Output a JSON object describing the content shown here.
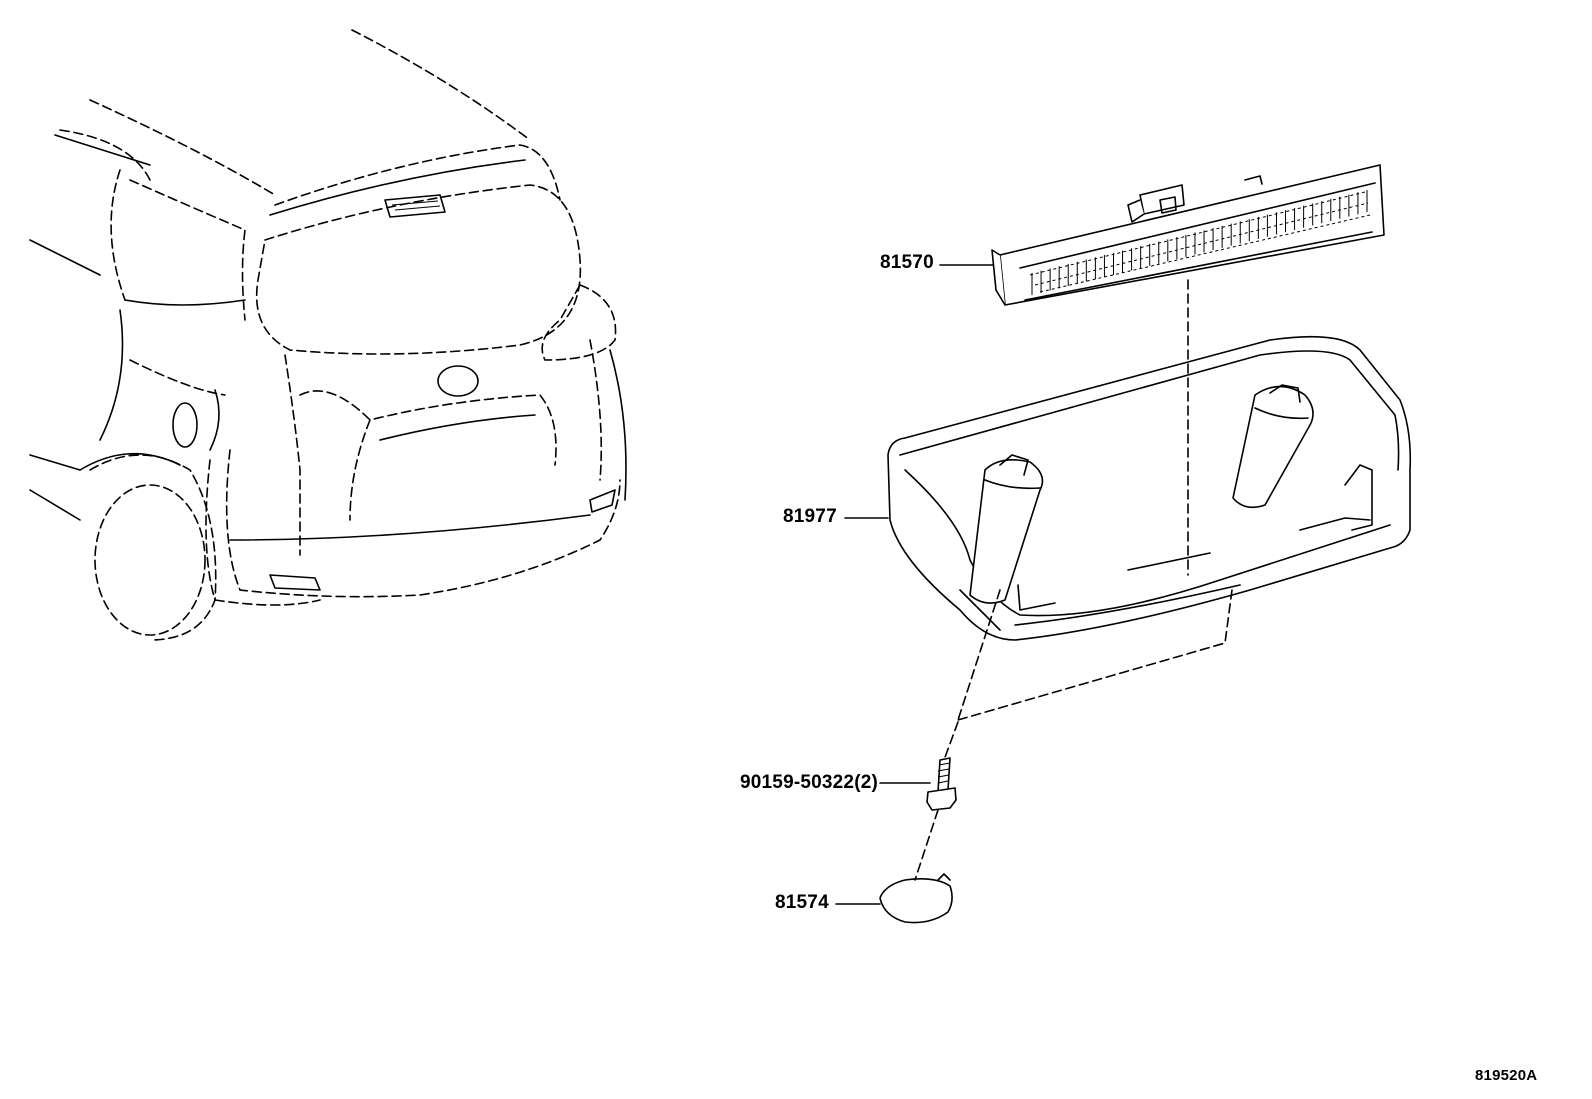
{
  "parts": [
    {
      "id": "p1",
      "number": "81570",
      "name": "high-mount-stop-lamp"
    },
    {
      "id": "p2",
      "number": "81977",
      "name": "lamp-cover"
    },
    {
      "id": "p3",
      "number": "90159-50322(2)",
      "name": "screw"
    },
    {
      "id": "p4",
      "number": "81574",
      "name": "cap"
    }
  ],
  "diagram_code": "819520A"
}
